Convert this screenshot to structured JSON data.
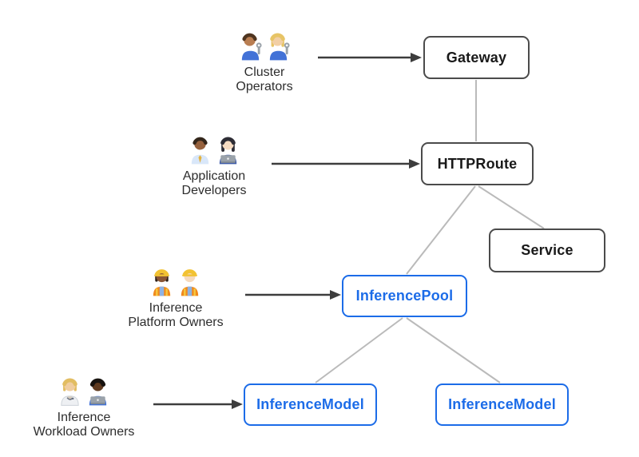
{
  "diagram": {
    "colors": {
      "standard_border": "#4b4b4b",
      "standard_text": "#191919",
      "inference_border": "#1c6ce8",
      "inference_text": "#1c6ce8",
      "connector_line": "#bababa",
      "arrow": "#3d3d3d",
      "caption_text": "#2d2d2d",
      "background": "#ffffff"
    },
    "nodes": [
      {
        "id": "gateway",
        "label": "Gateway",
        "style": "standard"
      },
      {
        "id": "httproute",
        "label": "HTTPRoute",
        "style": "standard"
      },
      {
        "id": "service",
        "label": "Service",
        "style": "standard"
      },
      {
        "id": "inferencepool",
        "label": "InferencePool",
        "style": "inference"
      },
      {
        "id": "inferencemodel-left",
        "label": "InferenceModel",
        "style": "inference"
      },
      {
        "id": "inferencemodel-right",
        "label": "InferenceModel",
        "style": "inference"
      }
    ],
    "personas": [
      {
        "id": "cluster-operators",
        "lines": [
          "Cluster",
          "Operators"
        ],
        "icons": [
          "man-mechanic",
          "woman-mechanic"
        ]
      },
      {
        "id": "application-developers",
        "lines": [
          "Application",
          "Developers"
        ],
        "icons": [
          "man-office-worker",
          "woman-technologist"
        ]
      },
      {
        "id": "inference-platform-owners",
        "lines": [
          "Inference",
          "Platform Owners"
        ],
        "icons": [
          "woman-construction-worker",
          "man-construction-worker"
        ]
      },
      {
        "id": "inference-workload-owners",
        "lines": [
          "Inference",
          "Workload Owners"
        ],
        "icons": [
          "health-worker",
          "man-technologist"
        ]
      }
    ],
    "edges": [
      {
        "from": "gateway",
        "to": "httproute",
        "type": "line"
      },
      {
        "from": "httproute",
        "to": "service",
        "type": "line"
      },
      {
        "from": "httproute",
        "to": "inferencepool",
        "type": "line"
      },
      {
        "from": "inferencepool",
        "to": "inferencemodel-left",
        "type": "line"
      },
      {
        "from": "inferencepool",
        "to": "inferencemodel-right",
        "type": "line"
      },
      {
        "from": "cluster-operators",
        "to": "gateway",
        "type": "arrow"
      },
      {
        "from": "application-developers",
        "to": "httproute",
        "type": "arrow"
      },
      {
        "from": "inference-platform-owners",
        "to": "inferencepool",
        "type": "arrow"
      },
      {
        "from": "inference-workload-owners",
        "to": "inferencemodel-left",
        "type": "arrow"
      }
    ]
  }
}
